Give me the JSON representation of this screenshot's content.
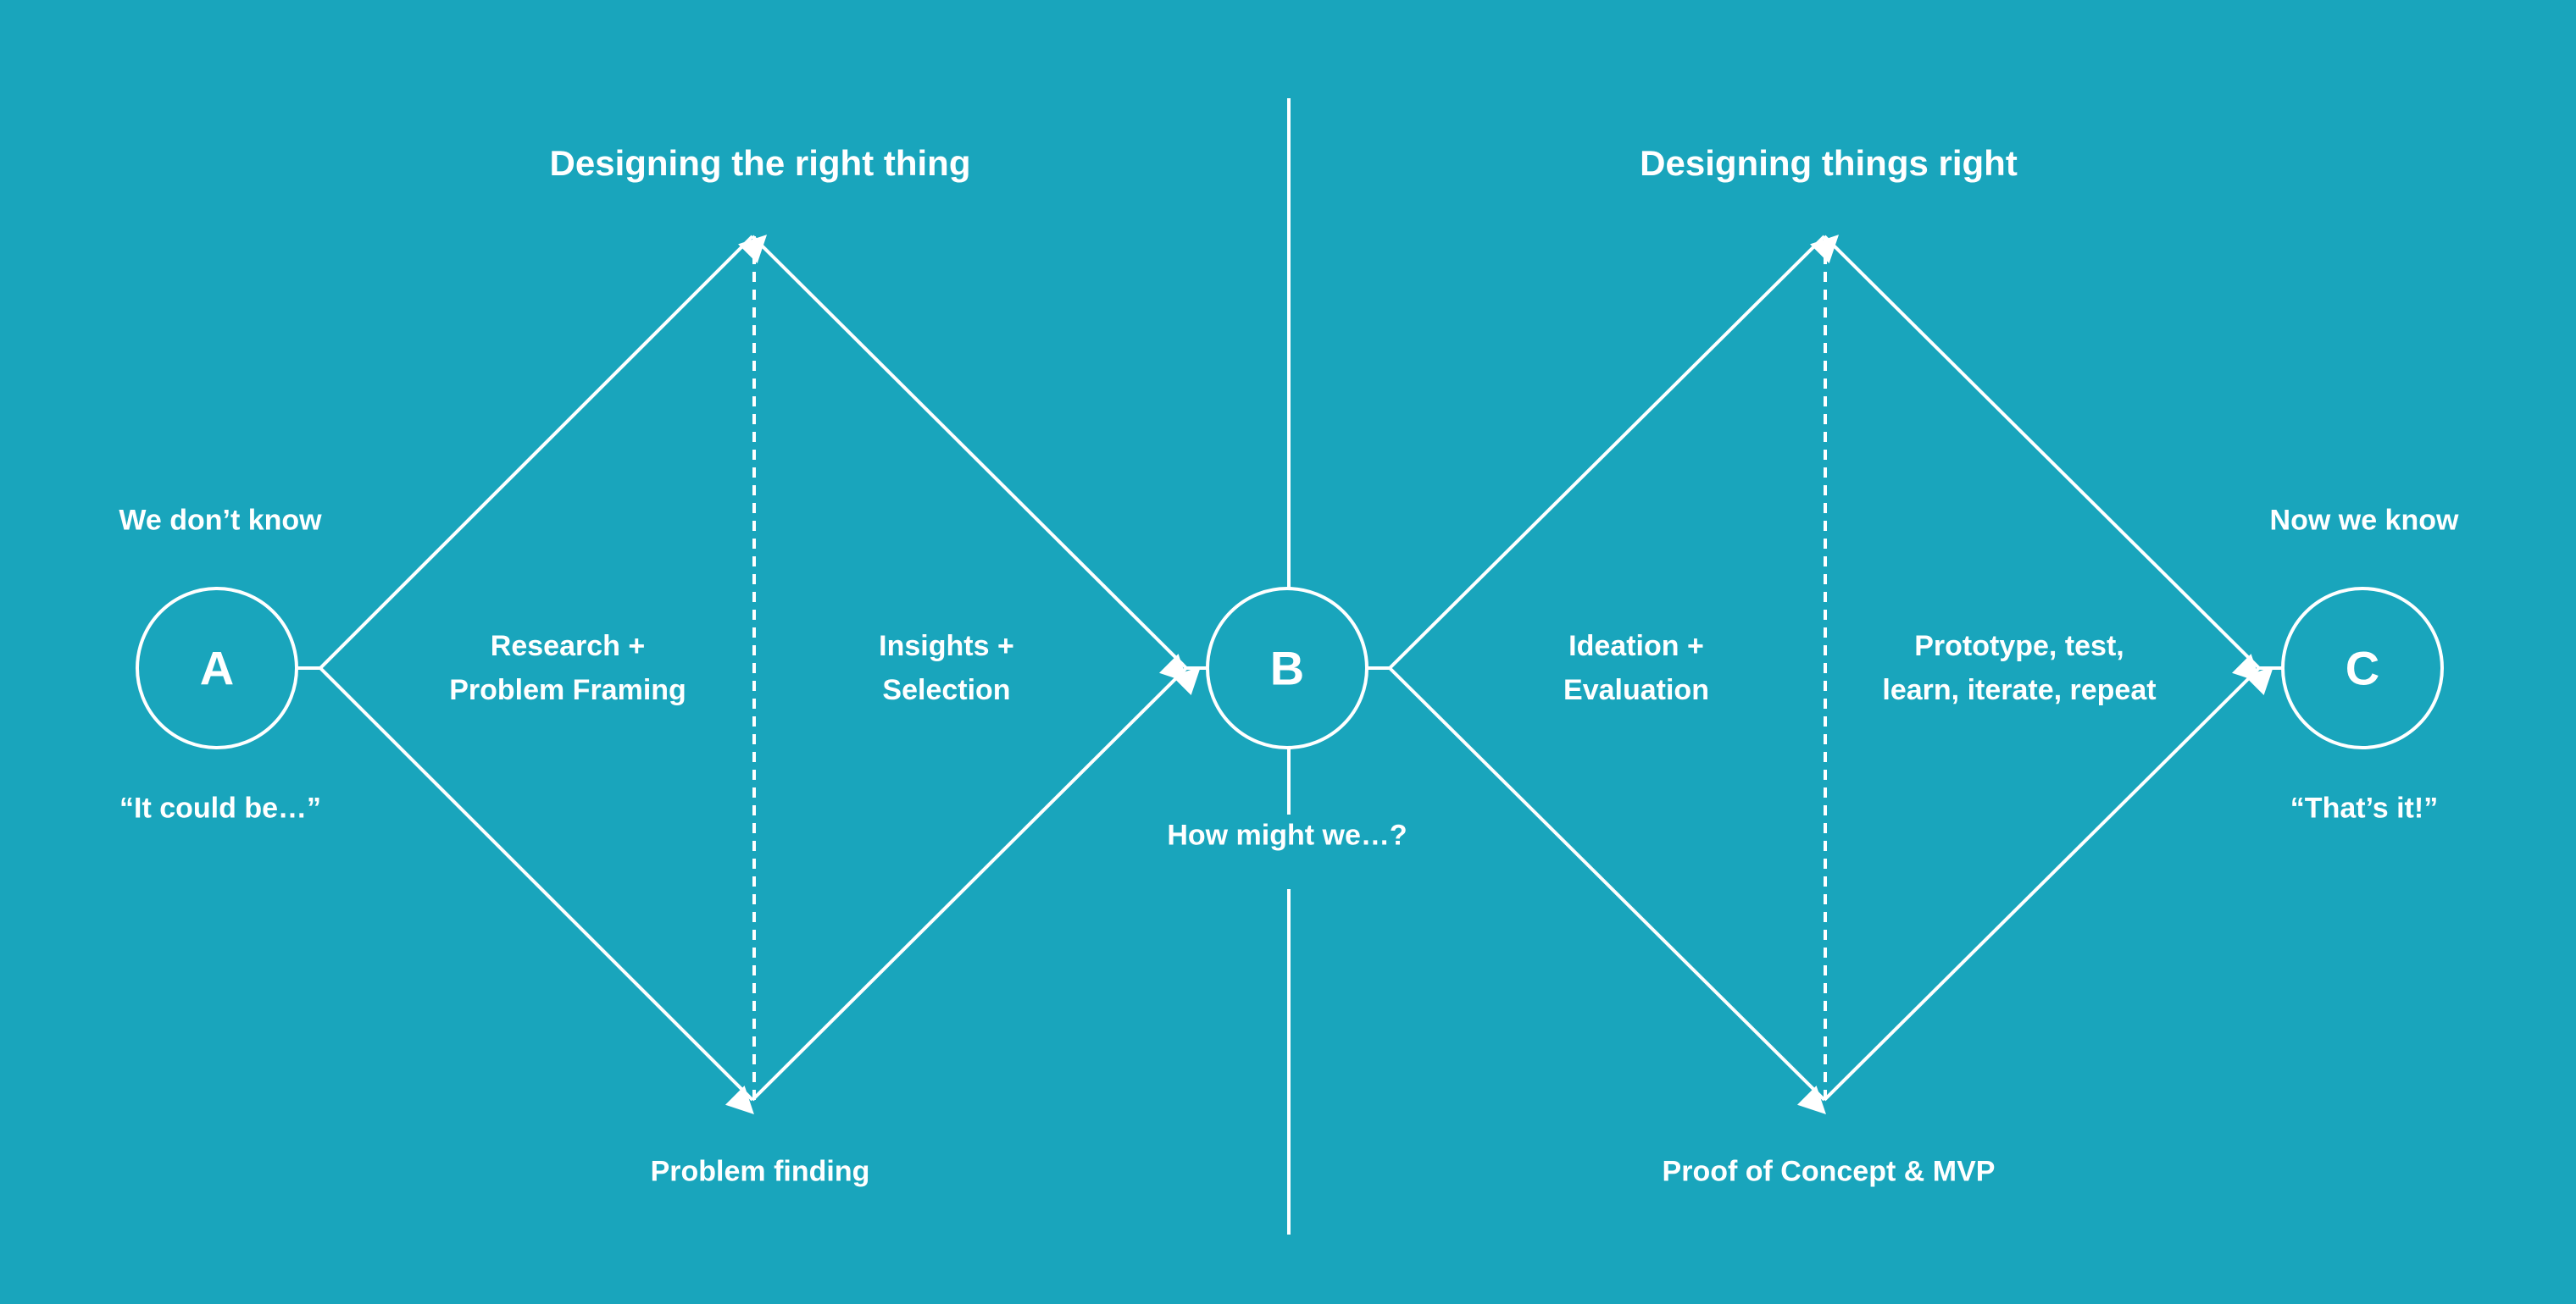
{
  "colors": {
    "background": "#19a5bc",
    "line": "#ffffff",
    "text": "#ffffff"
  },
  "headings": {
    "left": "Designing the right thing",
    "right": "Designing things right"
  },
  "nodes": {
    "a": {
      "letter": "A",
      "above": "We don’t know",
      "below": "“It could be…”"
    },
    "b": {
      "letter": "B",
      "below": "How might we…?"
    },
    "c": {
      "letter": "C",
      "above": "Now we know",
      "below": "“That’s it!”"
    }
  },
  "phases": {
    "research": [
      "Research +",
      "Problem Framing"
    ],
    "insights": [
      "Insights +",
      "Selection"
    ],
    "ideation": [
      "Ideation +",
      "Evaluation"
    ],
    "prototype": [
      "Prototype, test,",
      "learn, iterate, repeat"
    ]
  },
  "bottom_labels": {
    "left": "Problem finding",
    "right": "Proof of Concept & MVP"
  }
}
